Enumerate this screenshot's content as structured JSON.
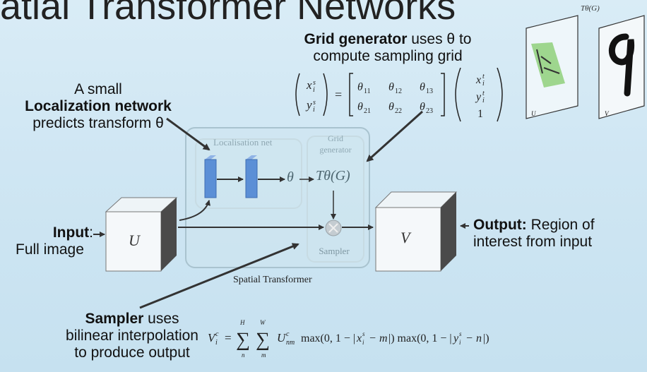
{
  "slide": {
    "title": "atial Transformer Networks",
    "top_right_label": "Tθ(G)",
    "thumb_u_label": "U",
    "thumb_v_label": "V"
  },
  "annotations": {
    "grid_generator": {
      "bold": "Grid generator",
      "rest": " uses θ to",
      "line2": "compute sampling grid"
    },
    "localization": {
      "line1": "A small",
      "line2_bold": "Localization network",
      "line3": "predicts transform θ"
    },
    "input": {
      "bold": "Input",
      "rest": ":",
      "line2": "Full image"
    },
    "output": {
      "bold": "Output:",
      "rest": " Region of",
      "line2": "interest from input"
    },
    "sampler": {
      "bold": "Sampler",
      "rest": " uses",
      "line2": "bilinear interpolation",
      "line3": "to produce output"
    }
  },
  "diagram": {
    "localisation_net": "Localisation net",
    "grid_generator_l1": "Grid",
    "grid_generator_l2": "generator",
    "theta": "θ",
    "t_theta_g": "Tθ(G)",
    "sampler": "Sampler",
    "spatial_transformer": "Spatial Transformer",
    "input_cube": "U",
    "output_cube": "V"
  },
  "formulas": {
    "grid": "( x_i^s , y_i^s ) = [ θ11 θ12 θ13 ; θ21 θ22 θ23 ] ( x_i^t , y_i^t , 1 )",
    "sampler": "V_i^c = Σ_n^H Σ_m^W U_nm^c max(0, 1 − |x_i^s − m|) max(0, 1 − |y_i^s − n|)"
  },
  "colors": {
    "background": "#cfe6f3",
    "blue_block": "#5b8fd6",
    "arrow": "#333333"
  }
}
